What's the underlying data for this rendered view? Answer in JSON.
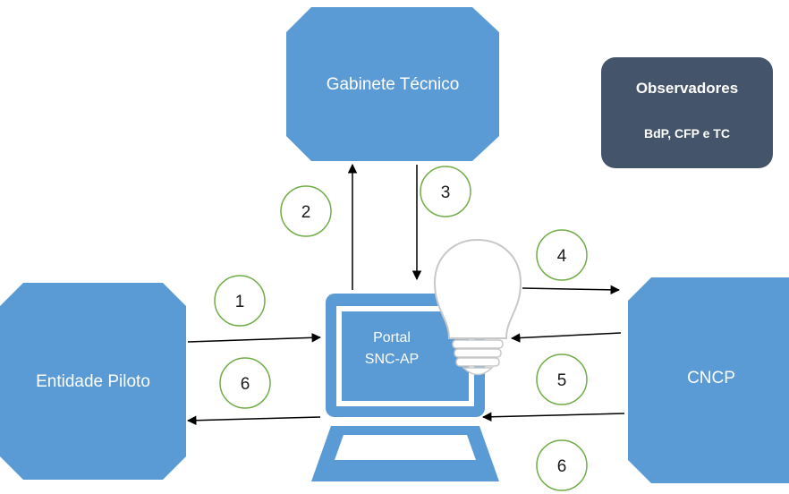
{
  "nodes": {
    "gabinete": {
      "label": "Gabinete Técnico"
    },
    "observadores": {
      "title": "Observadores",
      "subtitle": "BdP, CFP e TC"
    },
    "entidade": {
      "label": "Entidade Piloto"
    },
    "cncp": {
      "label": "CNCP"
    },
    "portal": {
      "line1": "Portal",
      "line2": "SNC-AP"
    }
  },
  "steps": {
    "s1": "1",
    "s2": "2",
    "s3": "3",
    "s4": "4",
    "s5": "5",
    "s6a": "6",
    "s6b": "6"
  },
  "colors": {
    "box_blue": "#5b9bd5",
    "observadores_bg": "#44546a",
    "circle_stroke": "#70ad47",
    "arrow": "#000000",
    "bulb_fill": "#ffffff",
    "bulb_stroke": "#c8c8c8"
  }
}
